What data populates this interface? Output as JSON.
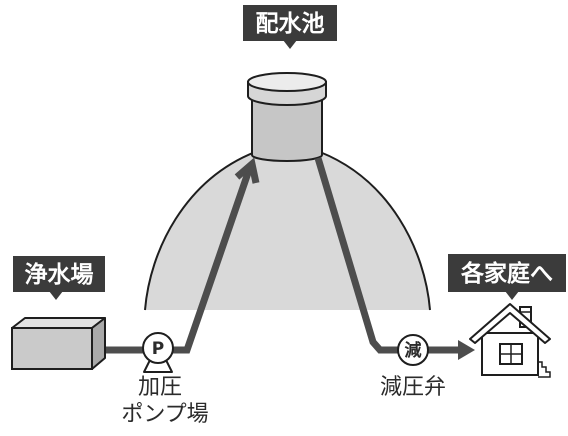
{
  "labels": {
    "reservoir": "配水池",
    "treatment_plant": "浄水場",
    "to_homes": "各家庭へ"
  },
  "pump": {
    "symbol": "P",
    "caption_line1": "加圧",
    "caption_line2": "ポンプ場"
  },
  "valve": {
    "symbol": "減",
    "caption": "減圧弁"
  },
  "icons": {
    "treatment_plant": "box-icon",
    "pump": "pump-icon",
    "valve": "valve-icon",
    "reservoir": "tank-icon",
    "home": "house-icon"
  },
  "colors": {
    "label_bg": "#3b3b3b",
    "hill_fill": "#d9d9d9",
    "tank_fill": "#c6c6c6",
    "pipe": "#4d4d4d",
    "ink": "#2b2b2b"
  }
}
